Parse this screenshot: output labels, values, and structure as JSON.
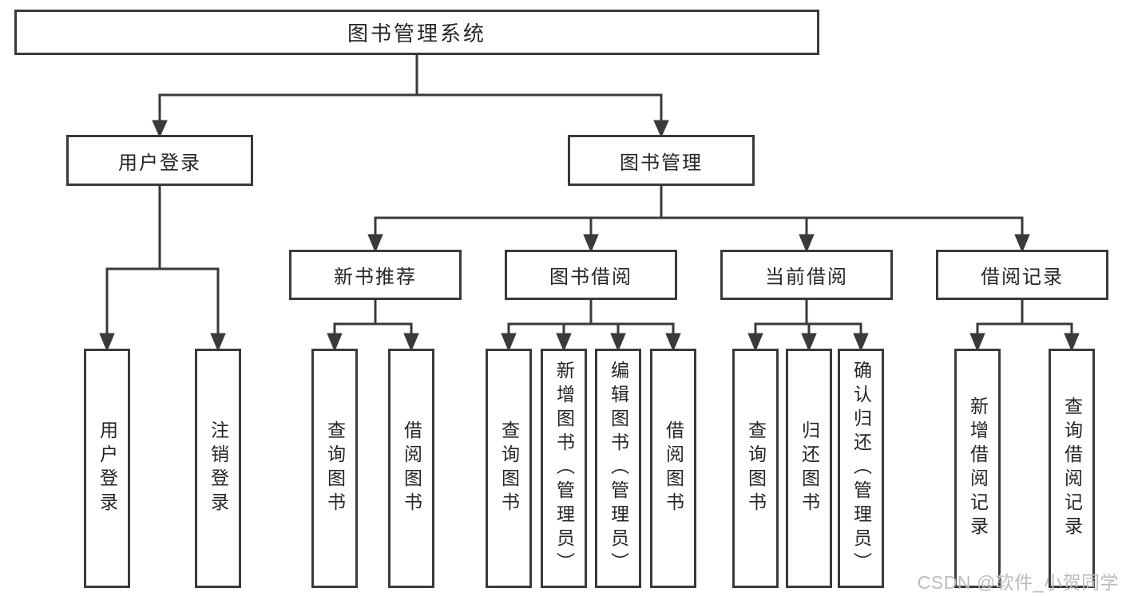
{
  "diagram": {
    "root": {
      "label": "图书管理系统"
    },
    "level2": [
      {
        "label": "用户登录"
      },
      {
        "label": "图书管理"
      }
    ],
    "level3": [
      {
        "label": "新书推荐"
      },
      {
        "label": "图书借阅"
      },
      {
        "label": "当前借阅"
      },
      {
        "label": "借阅记录"
      }
    ],
    "leaves": {
      "user_login": [
        "用户登录",
        "注销登录"
      ],
      "new_book_recommend": [
        "查询图书",
        "借阅图书"
      ],
      "book_borrow": [
        "查询图书",
        "新增图书（管理员）",
        "编辑图书（管理员）",
        "借阅图书"
      ],
      "current_borrow": [
        "查询图书",
        "归还图书",
        "确认归还（管理员）"
      ],
      "borrow_record": [
        "新增借阅记录",
        "查询借阅记录"
      ]
    },
    "watermark": "CSDN @软件_小贺同学",
    "colors": {
      "line": "#3a3a3a",
      "text": "#262626",
      "background": "#ffffff",
      "watermark": "#bcbcbc"
    }
  }
}
